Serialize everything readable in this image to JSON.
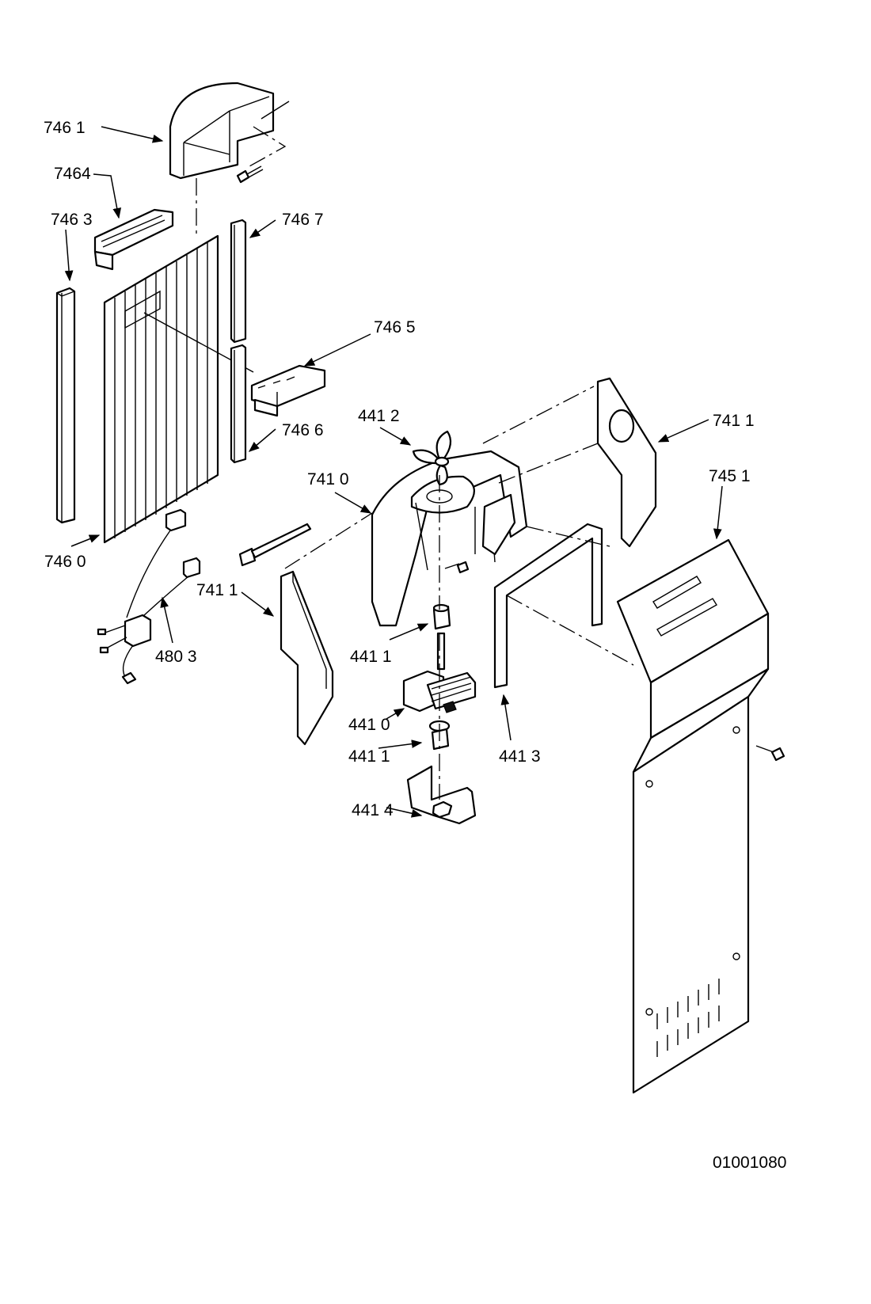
{
  "drawing_number": "01001080",
  "callouts": {
    "c7461": "746 1",
    "c7464": "7464",
    "c7463": "746 3",
    "c7467": "746 7",
    "c7465": "746 5",
    "c7466": "746 6",
    "c7460": "746  0",
    "c4412": "441 2",
    "c7410": "741 0",
    "c7411a": "741 1",
    "c7451": "745 1",
    "c7411b": "741 1",
    "c4803": "480 3",
    "c4411a": "441 1",
    "c4410": "441 0",
    "c4411b": "441 1",
    "c4413": "441 3",
    "c4414": "441 4"
  }
}
